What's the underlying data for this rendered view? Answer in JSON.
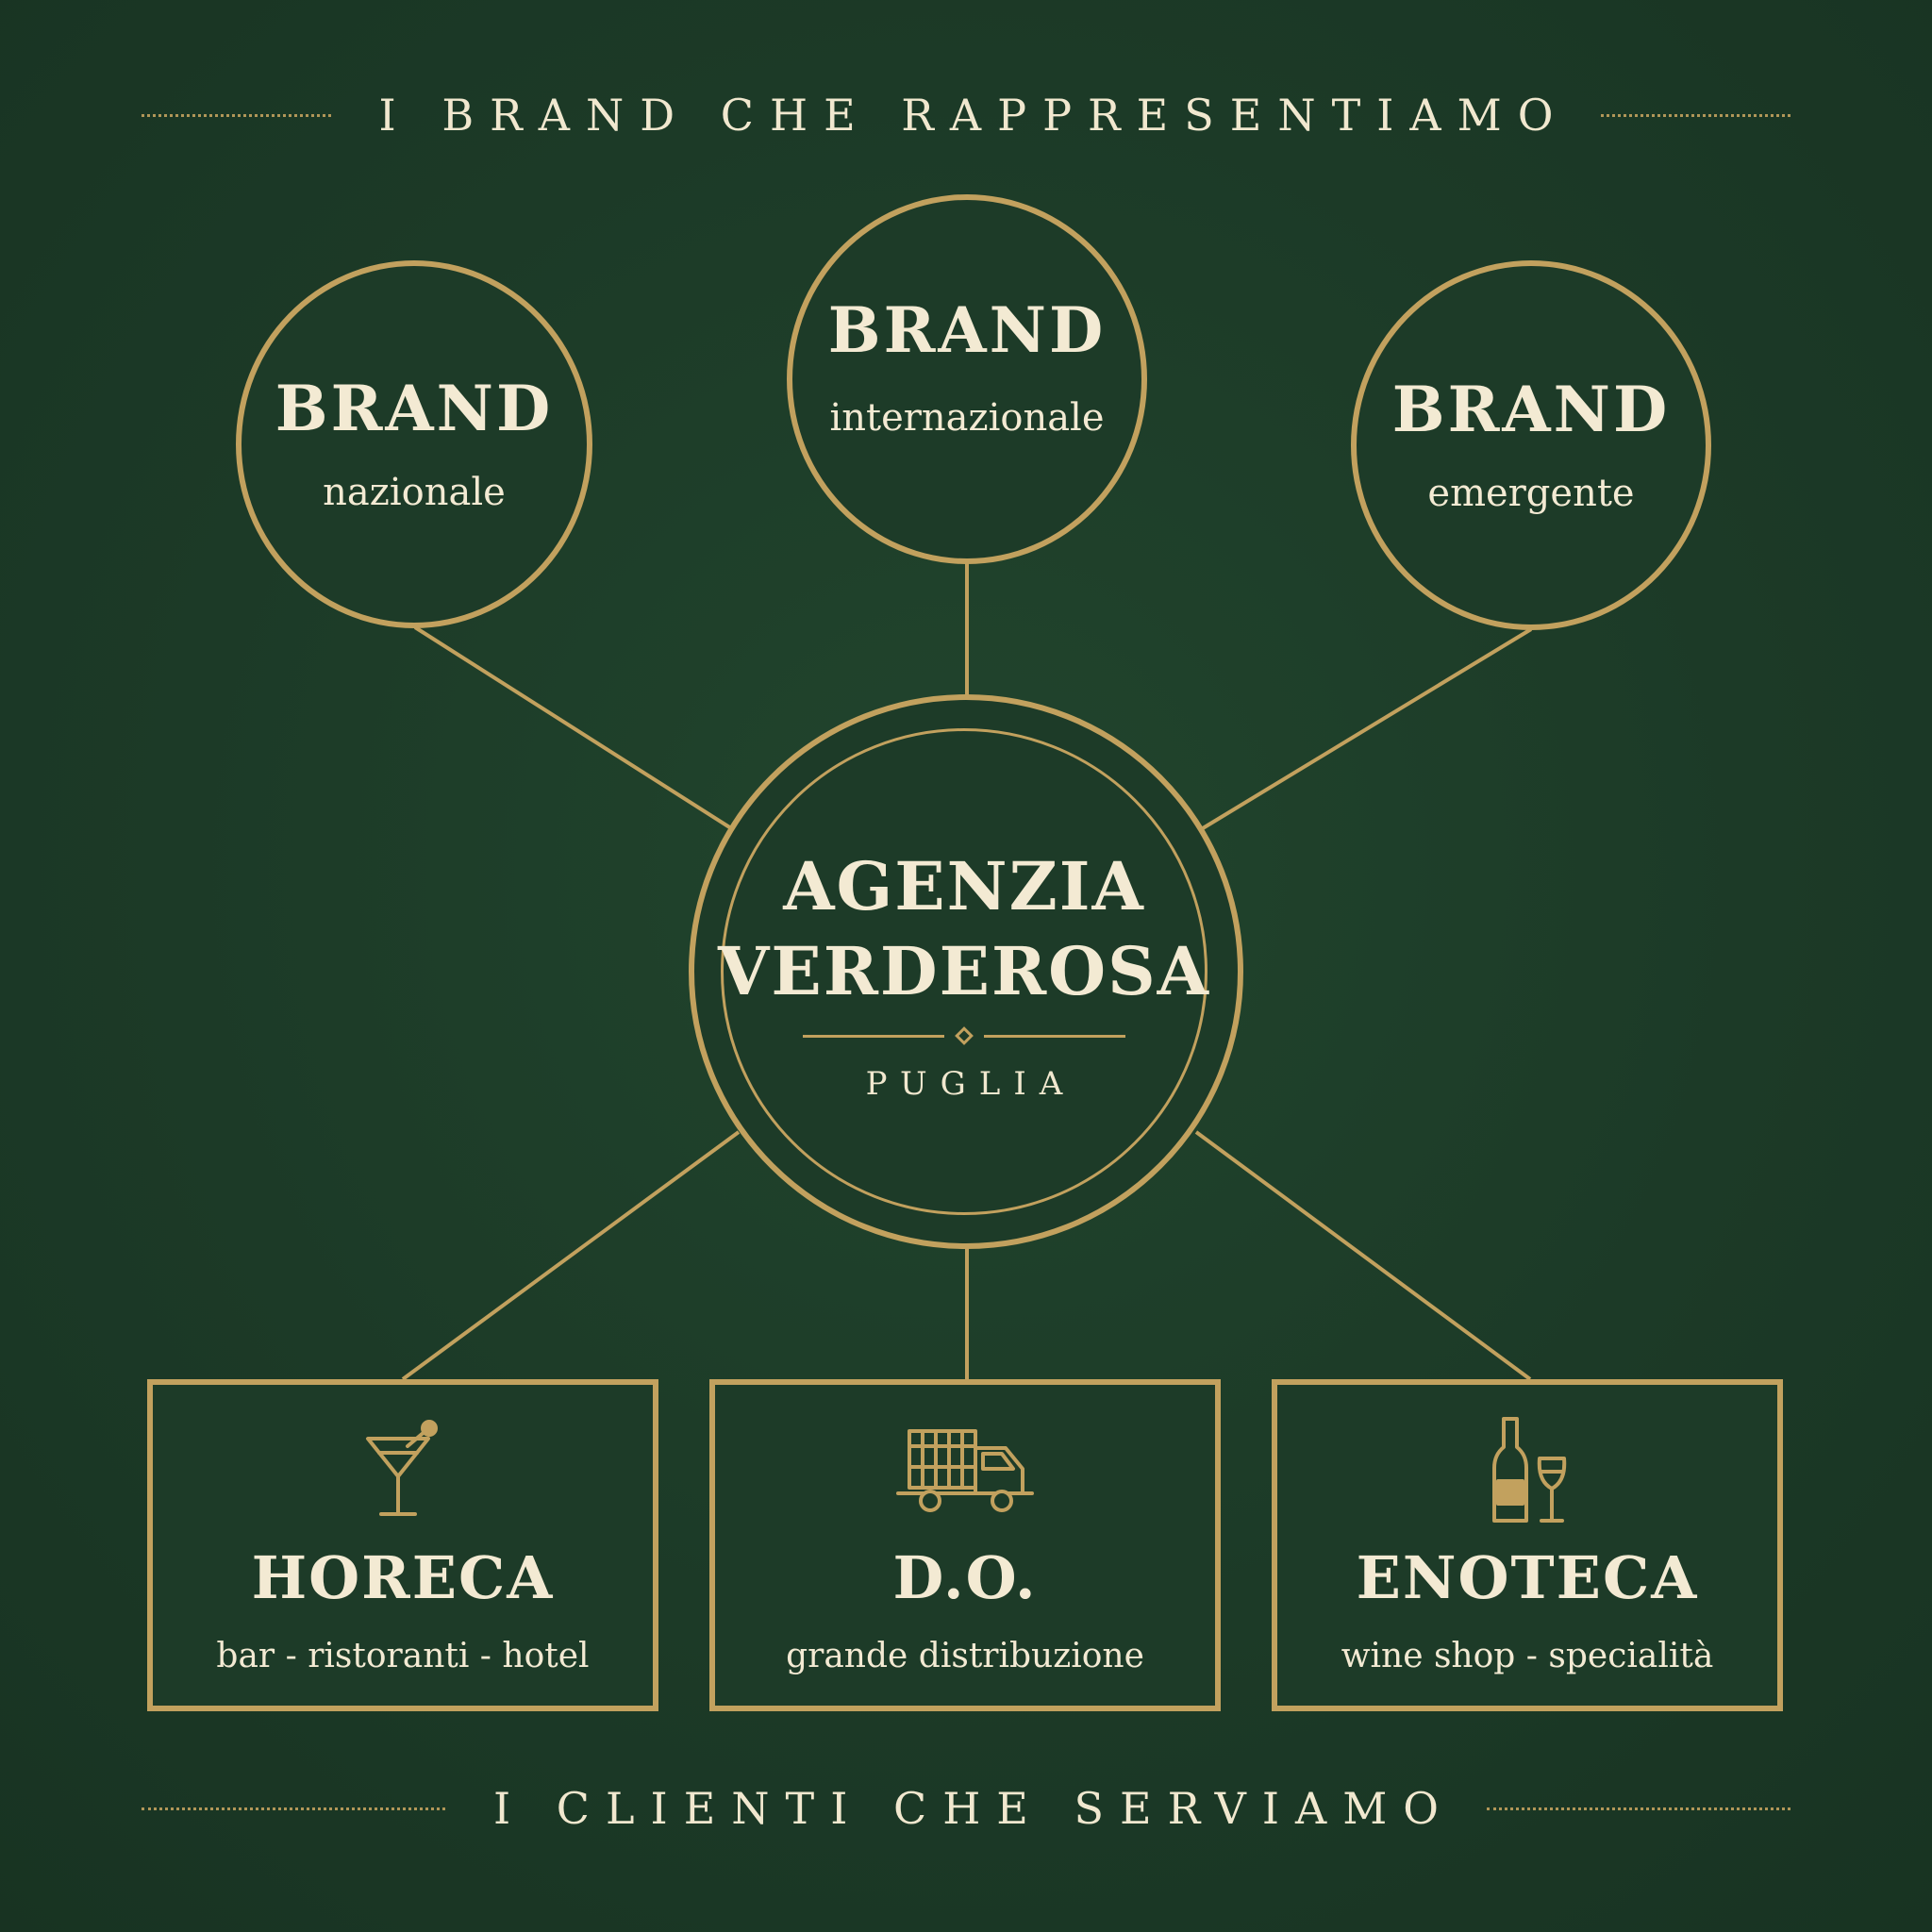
{
  "headings": {
    "top": "I BRAND CHE RAPPRESENTIAMO",
    "bottom": "I CLIENTI CHE SERVIAMO"
  },
  "brands": [
    {
      "title": "BRAND",
      "subtitle": "nazionale"
    },
    {
      "title": "BRAND",
      "subtitle": "internazionale"
    },
    {
      "title": "BRAND",
      "subtitle": "emergente"
    }
  ],
  "agency": {
    "line1": "AGENZIA",
    "line2": "VERDEROSA",
    "region": "PUGLIA"
  },
  "clients": [
    {
      "title": "HORECA",
      "subtitle": "bar - ristoranti - hotel",
      "icon": "cocktail-glass-icon"
    },
    {
      "title": "D.O.",
      "subtitle": "grande distribuzione",
      "icon": "delivery-truck-icon"
    },
    {
      "title": "ENOTECA",
      "subtitle": "wine shop - specialità",
      "icon": "wine-bottle-glass-icon"
    }
  ],
  "colors": {
    "background": "#1d3b28",
    "gold": "#c2a15e",
    "text": "#f3ead3"
  }
}
